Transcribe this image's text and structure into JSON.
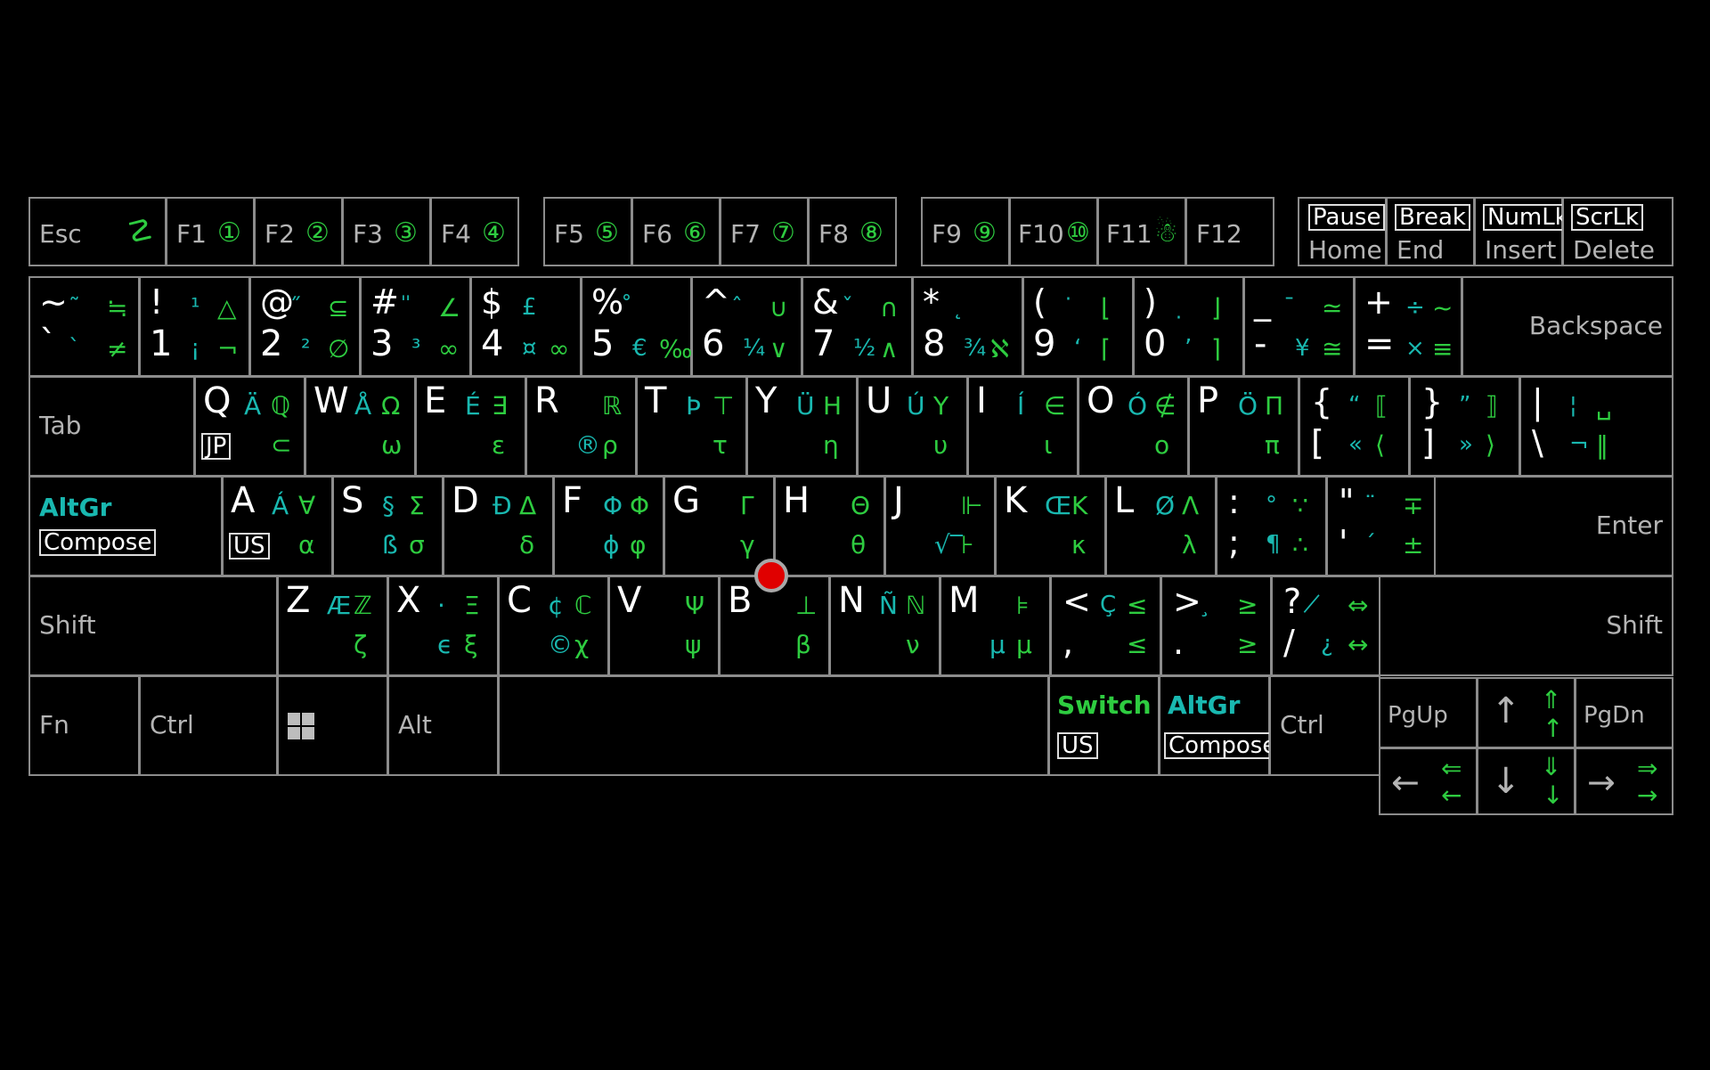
{
  "colors": {
    "background": "#000000",
    "key_border": "#8c8c8c",
    "primary": "#ffffff",
    "altgr_green": "#2ecc40",
    "altgr_teal": "#19b8b0",
    "pointing_stick": "#e00000"
  },
  "function_row": {
    "esc": "Esc",
    "esc_alt": "☡",
    "f1": "F1",
    "f1_alt": "①",
    "f2": "F2",
    "f2_alt": "②",
    "f3": "F3",
    "f3_alt": "③",
    "f4": "F4",
    "f4_alt": "④",
    "f5": "F5",
    "f5_alt": "⑤",
    "f6": "F6",
    "f6_alt": "⑥",
    "f7": "F7",
    "f7_alt": "⑦",
    "f8": "F8",
    "f8_alt": "⑧",
    "f9": "F9",
    "f9_alt": "⑨",
    "f10": "F10",
    "f10_alt": "⑩",
    "f11": "F11",
    "f11_alt": "☃",
    "f12": "F12",
    "pause": "Pause",
    "home": "Home",
    "break": "Break",
    "end": "End",
    "numlk": "NumLk",
    "insert": "Insert",
    "scrlk": "ScrLk",
    "delete": "Delete"
  },
  "number_row": [
    {
      "s": "~",
      "b": "`",
      "g1": "≒",
      "g2": "≠",
      "c1": "̃",
      "c2": "̀"
    },
    {
      "s": "!",
      "b": "1",
      "g1": "△",
      "g2": "¬",
      "c1": "¹",
      "c2": "¡"
    },
    {
      "s": "@",
      "b": "2",
      "g1": "⊆",
      "g2": "∅",
      "c1": "̋",
      "c2": "²"
    },
    {
      "s": "#",
      "b": "3",
      "g1": "∠",
      "g2": "∞",
      "c1": "̎",
      "c2": "³"
    },
    {
      "s": "$",
      "b": "4",
      "g1": "",
      "g2": "∞",
      "c1": "£",
      "c2": "¤"
    },
    {
      "s": "%",
      "b": "5",
      "g1": "",
      "g2": "‰",
      "c1": "̊",
      "c2": "€"
    },
    {
      "s": "^",
      "b": "6",
      "g1": "∪",
      "g2": "∨",
      "c1": "̂",
      "c2": "¼"
    },
    {
      "s": "&",
      "b": "7",
      "g1": "∩",
      "g2": "∧",
      "c1": "̌",
      "c2": "½"
    },
    {
      "s": "*",
      "b": "8",
      "g1": "",
      "g2": "ℵ",
      "c1": "̨",
      "c2": "¾"
    },
    {
      "s": "(",
      "b": "9",
      "g1": "⌊",
      "g2": "⌈",
      "c1": "̇",
      "c2": "‘"
    },
    {
      "s": ")",
      "b": "0",
      "g1": "⌋",
      "g2": "⌉",
      "c1": "̣",
      "c2": "’"
    },
    {
      "s": "_",
      "b": "-",
      "g1": "≃",
      "g2": "≅",
      "c1": "̄",
      "c2": "¥"
    },
    {
      "s": "+",
      "b": "=",
      "g1": "~",
      "g2": "≡",
      "c1": "÷",
      "c2": "×"
    }
  ],
  "backspace": "Backspace",
  "tab": "Tab",
  "q_row": [
    {
      "l": "Q",
      "c1": "Ä",
      "g1": "ℚ",
      "c2": "",
      "g2": "⊂",
      "extra": "JP"
    },
    {
      "l": "W",
      "c1": "Å",
      "g1": "Ω",
      "c2": "",
      "g2": "ω"
    },
    {
      "l": "E",
      "c1": "É",
      "g1": "∃",
      "c2": "",
      "g2": "ε"
    },
    {
      "l": "R",
      "c1": "",
      "g1": "ℝ",
      "c2": "®",
      "g2": "ρ"
    },
    {
      "l": "T",
      "c1": "Þ",
      "g1": "⊤",
      "c2": "",
      "g2": "τ"
    },
    {
      "l": "Y",
      "c1": "Ü",
      "g1": "H",
      "c2": "",
      "g2": "η"
    },
    {
      "l": "U",
      "c1": "Ú",
      "g1": "Y",
      "c2": "",
      "g2": "υ"
    },
    {
      "l": "I",
      "c1": "Í",
      "g1": "∈",
      "c2": "",
      "g2": "ι"
    },
    {
      "l": "O",
      "c1": "Ó",
      "g1": "∉",
      "c2": "",
      "g2": "o"
    },
    {
      "l": "P",
      "c1": "Ö",
      "g1": "Π",
      "c2": "",
      "g2": "π"
    }
  ],
  "bracket_keys": [
    {
      "s": "{",
      "b": "[",
      "c1": "“",
      "g1": "⟦",
      "c2": "«",
      "g2": "⟨"
    },
    {
      "s": "}",
      "b": "]",
      "c1": "”",
      "g1": "⟧",
      "c2": "»",
      "g2": "⟩"
    },
    {
      "s": "|",
      "b": "\\",
      "c1": "¦",
      "g1": "␣",
      "c2": "¬",
      "g2": "‖"
    }
  ],
  "altgr_left": "AltGr",
  "compose_left": "Compose",
  "a_row": [
    {
      "l": "A",
      "c1": "Á",
      "g1": "∀",
      "c2": "",
      "g2": "α",
      "extra": "US"
    },
    {
      "l": "S",
      "c1": "§",
      "g1": "Σ",
      "c2": "ß",
      "g2": "σ"
    },
    {
      "l": "D",
      "c1": "Ð",
      "g1": "Δ",
      "c2": "",
      "g2": "δ"
    },
    {
      "l": "F",
      "c1": "Φ",
      "g1": "Φ",
      "c2": "ϕ",
      "g2": "φ"
    },
    {
      "l": "G",
      "c1": "",
      "g1": "Γ",
      "c2": "",
      "g2": "γ"
    },
    {
      "l": "H",
      "c1": "",
      "g1": "Θ",
      "c2": "",
      "g2": "θ"
    },
    {
      "l": "J",
      "c1": "",
      "g1": "⊩",
      "c2": "√‾",
      "g2": "⊦"
    },
    {
      "l": "K",
      "c1": "Œ",
      "g1": "K",
      "c2": "",
      "g2": "κ"
    },
    {
      "l": "L",
      "c1": "Ø",
      "g1": "Λ",
      "c2": "",
      "g2": "λ"
    }
  ],
  "semi_keys": [
    {
      "s": ":",
      "b": ";",
      "c1": "°",
      "g1": "∵",
      "c2": "¶",
      "g2": "∴"
    },
    {
      "s": "\"",
      "b": "'",
      "c1": "̈",
      "g1": "∓",
      "c2": "́",
      "g2": "±"
    }
  ],
  "enter": "Enter",
  "shift_left": "Shift",
  "z_row": [
    {
      "l": "Z",
      "c1": "Æ",
      "g1": "ℤ",
      "c2": "",
      "g2": "ζ"
    },
    {
      "l": "X",
      "c1": "·",
      "g1": "Ξ",
      "c2": "ϵ",
      "g2": "ξ"
    },
    {
      "l": "C",
      "c1": "¢",
      "g1": "ℂ",
      "c2": "©",
      "g2": "χ"
    },
    {
      "l": "V",
      "c1": "",
      "g1": "Ψ",
      "c2": "",
      "g2": "ψ"
    },
    {
      "l": "B",
      "c1": "",
      "g1": "⊥",
      "c2": "",
      "g2": "β"
    },
    {
      "l": "N",
      "c1": "Ñ",
      "g1": "ℕ",
      "c2": "",
      "g2": "ν"
    },
    {
      "l": "M",
      "c1": "",
      "g1": "⊧",
      "c2": "µ",
      "g2": "μ"
    }
  ],
  "punct_keys": [
    {
      "s": "<",
      "b": ",",
      "c1": "Ç",
      "g1": "≤",
      "c2": "",
      "g2": "≤"
    },
    {
      "s": ">",
      "b": ".",
      "c1": "̧",
      "g1": "≥",
      "c2": "",
      "g2": "≥"
    },
    {
      "s": "?",
      "b": "/",
      "c1": "̸",
      "g1": "⇔",
      "c2": "¿",
      "g2": "↔"
    }
  ],
  "shift_right": "Shift",
  "bottom_row": {
    "fn": "Fn",
    "ctrl_left": "Ctrl",
    "alt": "Alt",
    "switch": "Switch",
    "switch_sub": "US",
    "altgr": "AltGr",
    "compose": "Compose",
    "ctrl_right": "Ctrl"
  },
  "nav": {
    "pgup": "PgUp",
    "pgdn": "PgDn",
    "up": "↑",
    "up_alt1": "⇑",
    "up_alt2": "↑",
    "left": "←",
    "left_alt1": "⇐",
    "left_alt2": "←",
    "down": "↓",
    "down_alt1": "⇓",
    "down_alt2": "↓",
    "right": "→",
    "right_alt1": "⇒",
    "right_alt2": "→"
  }
}
